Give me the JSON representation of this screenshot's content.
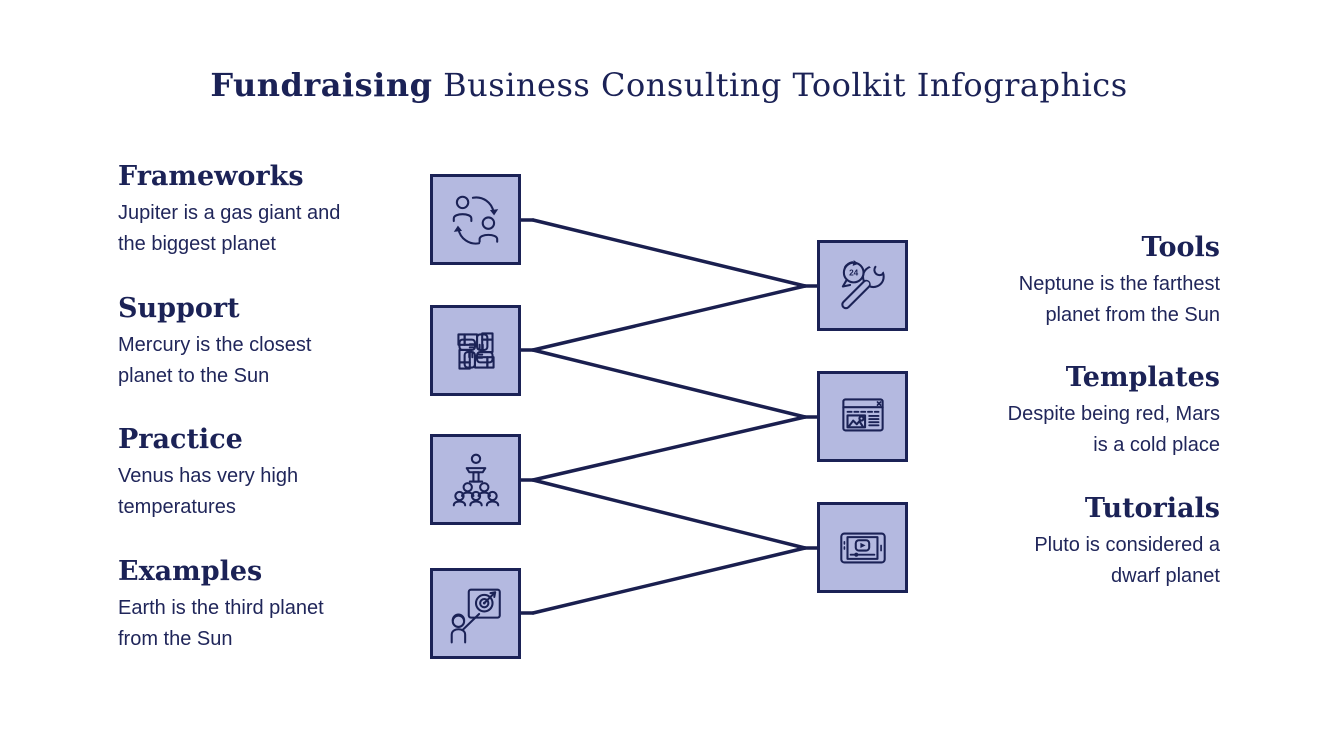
{
  "title": {
    "emphasis": "Fundraising",
    "rest": " Business Consulting Toolkit Infographics"
  },
  "left_items": [
    {
      "title": "Frameworks",
      "description": "Jupiter is a gas giant and the biggest planet",
      "description_lines": [
        "Jupiter is a gas giant and",
        "the biggest planet"
      ],
      "icon": "people-exchange-icon"
    },
    {
      "title": "Support",
      "description": "Mercury is the closest planet to the Sun",
      "description_lines": [
        "Mercury is the closest",
        "planet to the Sun"
      ],
      "icon": "teamwork-hands-icon"
    },
    {
      "title": "Practice",
      "description": "Venus has very high temperatures",
      "description_lines": [
        "Venus has very high",
        "temperatures"
      ],
      "icon": "podium-audience-icon"
    },
    {
      "title": "Examples",
      "description": "Earth is the third planet from the Sun",
      "description_lines": [
        "Earth is the third planet",
        "from the Sun"
      ],
      "icon": "target-presentation-icon"
    }
  ],
  "right_items": [
    {
      "title": "Tools",
      "description": "Neptune is the farthest planet from the Sun",
      "description_lines": [
        "Neptune is the farthest",
        "planet from the Sun"
      ],
      "icon": "wrench-24h-icon",
      "badge_text": "24"
    },
    {
      "title": "Templates",
      "description": "Despite being red, Mars is a cold place",
      "description_lines": [
        "Despite being red, Mars",
        "is a cold place"
      ],
      "icon": "webpage-image-icon"
    },
    {
      "title": "Tutorials",
      "description": "Pluto is considered a dwarf planet",
      "description_lines": [
        "Pluto is considered a",
        "dwarf planet"
      ],
      "icon": "video-player-icon"
    }
  ],
  "colors": {
    "background": "#ffffff",
    "text": "#1b2256",
    "box_fill": "#b4b9e0",
    "box_border": "#1b2256",
    "connector": "#1a1f4f"
  }
}
